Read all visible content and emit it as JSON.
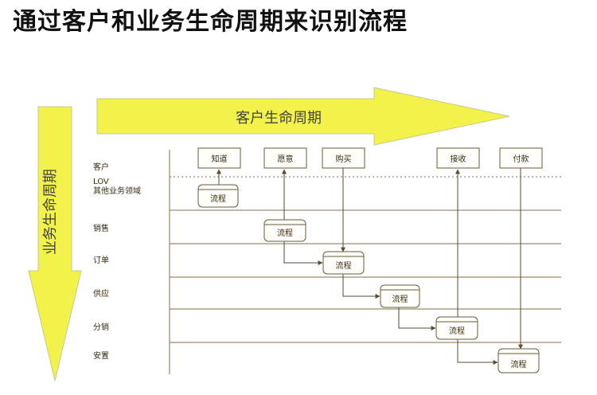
{
  "title": "通过客户和业务生命周期来识别流程",
  "horizontal_arrow_label": "客户生命周期",
  "vertical_arrow_label": "业务生命周期",
  "lanes": [
    {
      "label": "客户"
    },
    {
      "label": "LOV"
    },
    {
      "label": "其他业务领域"
    },
    {
      "label": "销售"
    },
    {
      "label": "订单"
    },
    {
      "label": "供应"
    },
    {
      "label": "分销"
    },
    {
      "label": "安置"
    }
  ],
  "customer_stages": [
    {
      "label": "知道"
    },
    {
      "label": "愿意"
    },
    {
      "label": "购买"
    },
    {
      "label": "接收"
    },
    {
      "label": "付款"
    }
  ],
  "process_label": "流程",
  "colors": {
    "arrow_fill": "#f2f24a",
    "arrow_stroke": "#c8c890",
    "line": "#8b6b4a",
    "box_stroke": "#6b5a3a",
    "box_fill": "#fffefa"
  }
}
